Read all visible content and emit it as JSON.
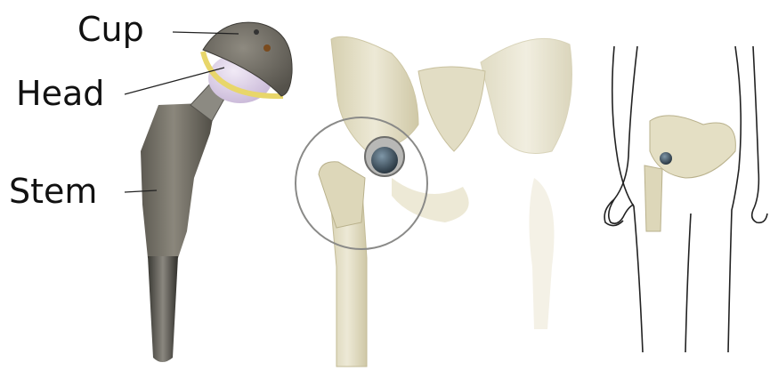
{
  "labels": {
    "cup": "Cup",
    "head": "Head",
    "stem": "Stem"
  },
  "colors": {
    "bone": "#e6e1c8",
    "bone_shade": "#c9c39f",
    "stem_metal": "#77746b",
    "liner": "#f0e08a",
    "head_ceramic": "#dcd0e6",
    "ring": "#9a9a9a",
    "outline": "#222222"
  },
  "panels": [
    "implant-components",
    "pelvis-closeup",
    "body-silhouette"
  ]
}
